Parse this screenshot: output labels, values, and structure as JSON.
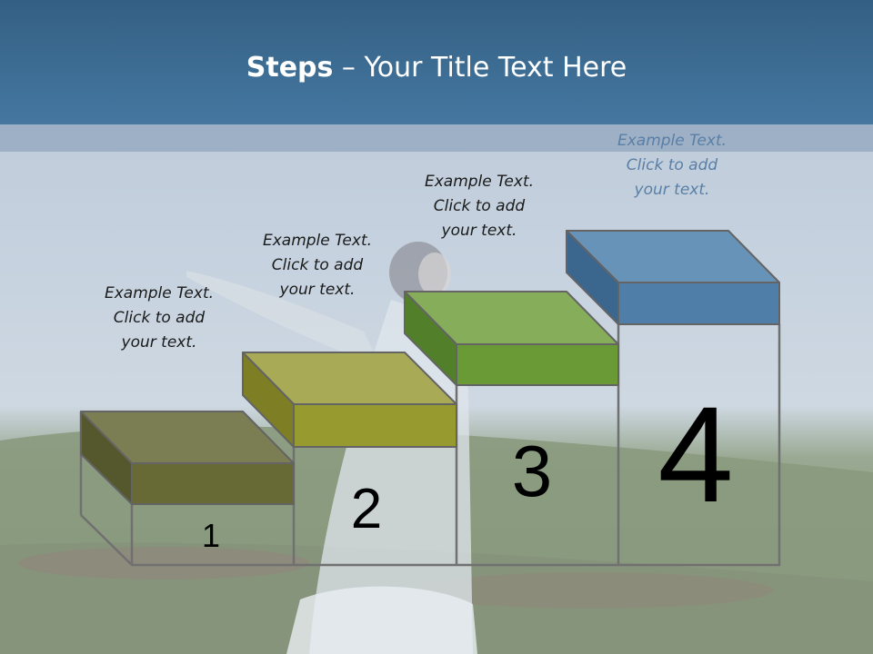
{
  "title": {
    "bold": "Steps",
    "rest": " – Your Title Text Here"
  },
  "steps": [
    {
      "number": "1",
      "lines": [
        "Example Text.",
        "Click  to add",
        "your text."
      ],
      "top_color": "#7b7e52",
      "front_color": "#676a35",
      "side_color": "#55582d"
    },
    {
      "number": "2",
      "lines": [
        "Example Text.",
        "Click  to add",
        "your text."
      ],
      "top_color": "#a9aa55",
      "front_color": "#979a2f",
      "side_color": "#7e7f25"
    },
    {
      "number": "3",
      "lines": [
        "Example Text.",
        "Click  to add",
        "your text."
      ],
      "top_color": "#86ad5a",
      "front_color": "#6a9a36",
      "side_color": "#52802a"
    },
    {
      "number": "4",
      "lines": [
        "Example Text.",
        "Click  to add",
        "your text."
      ],
      "top_color": "#6893b9",
      "front_color": "#4f7fa9",
      "side_color": "#3b668d"
    }
  ],
  "colors": {
    "header": "#3e6e95",
    "header_band": "#9db0c6",
    "outline": "#6e6e6e"
  }
}
